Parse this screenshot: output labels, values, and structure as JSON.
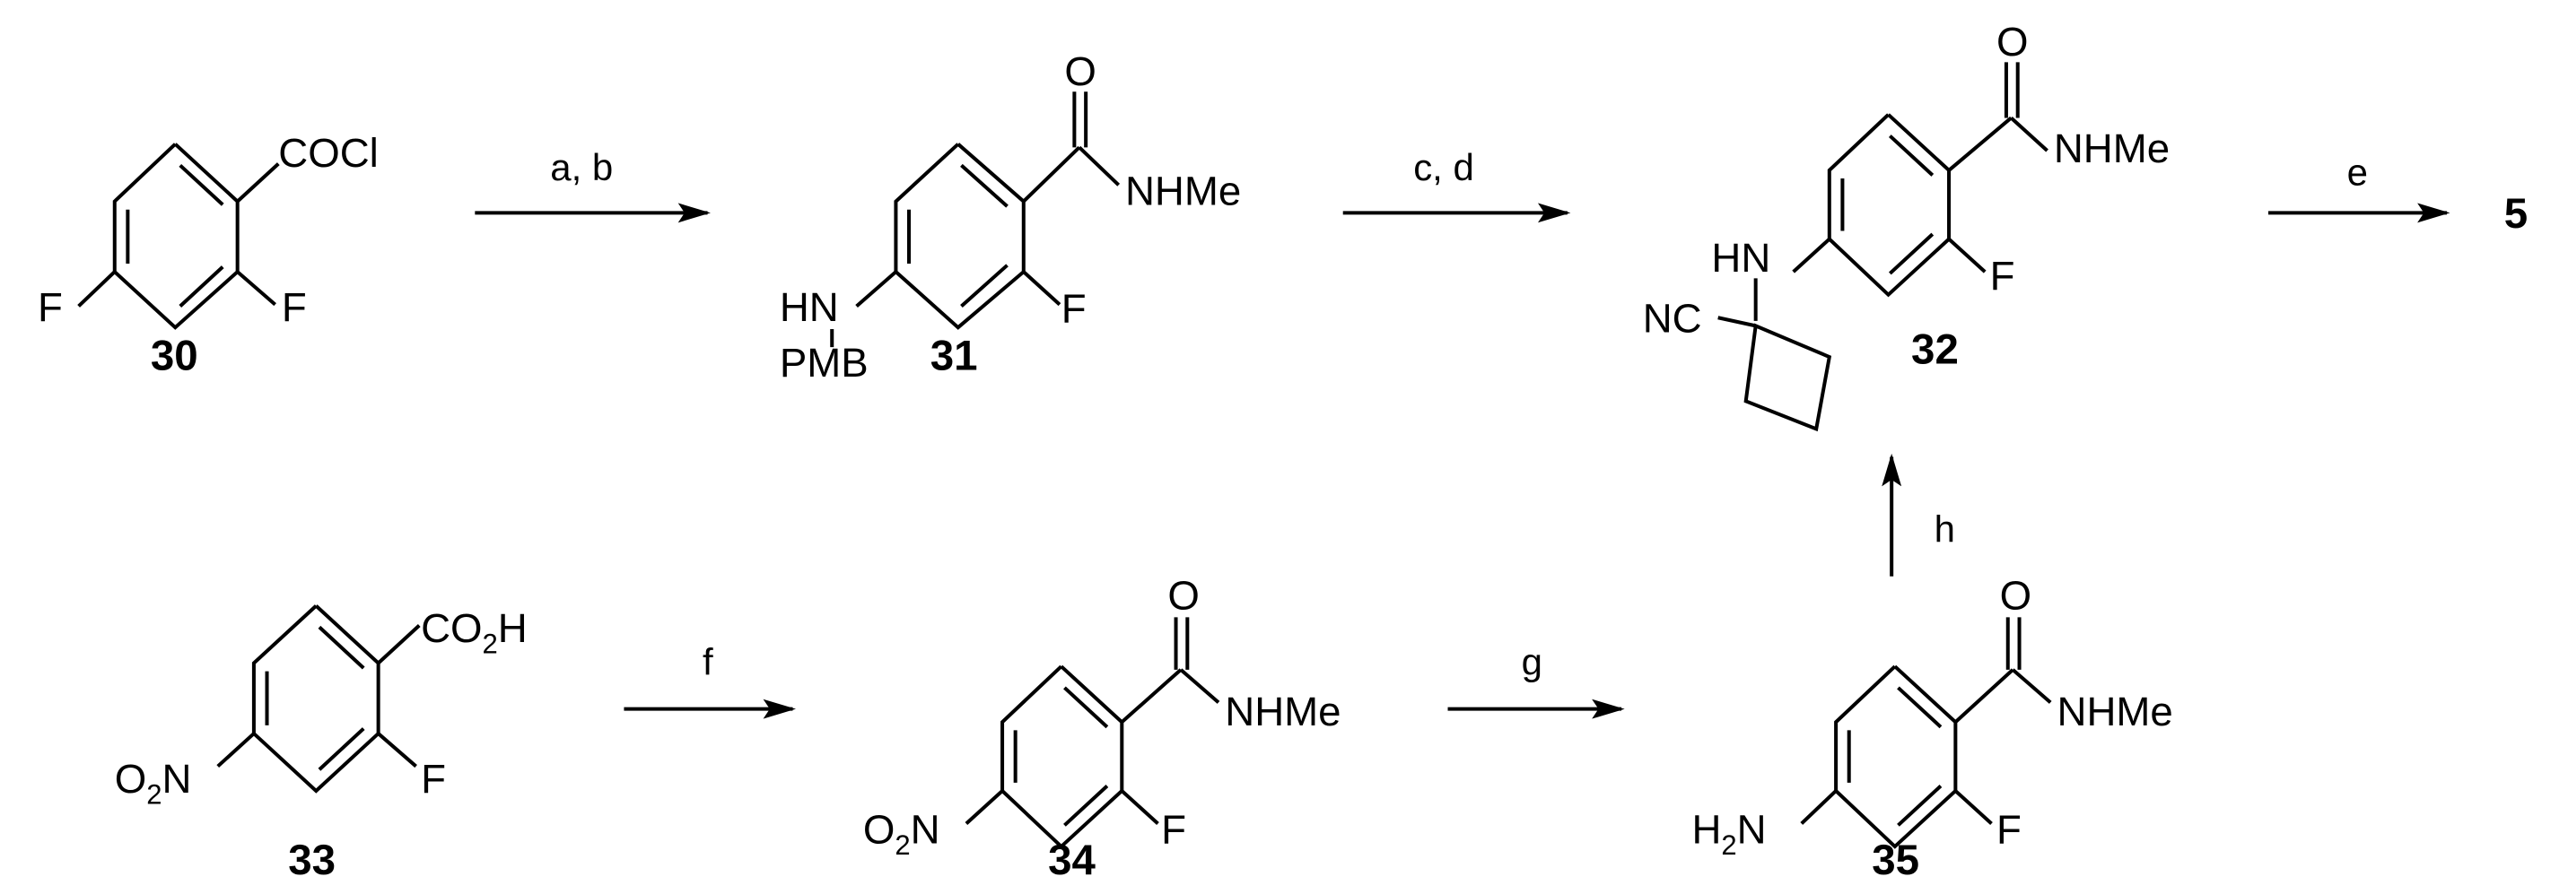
{
  "scheme": {
    "type": "reaction-scheme",
    "background": "#ffffff",
    "line_color": "#000000",
    "compounds": {
      "c30": {
        "id": "30",
        "substituents": {
          "acyl": "COCl",
          "f_ortho": "F",
          "f_para": "F"
        }
      },
      "c31": {
        "id": "31",
        "substituents": {
          "o": "O",
          "amide": "NHMe",
          "hn": "HN",
          "pmb": "PMB",
          "f": "F"
        }
      },
      "c32": {
        "id": "32",
        "substituents": {
          "o": "O",
          "amide": "NHMe",
          "hn": "HN",
          "nc": "NC",
          "f": "F"
        }
      },
      "c33": {
        "id": "33",
        "substituents": {
          "acid_co": "CO",
          "acid_sub": "2",
          "acid_h": "H",
          "nitro_o": "O",
          "nitro_sub": "2",
          "nitro_n": "N",
          "f": "F"
        }
      },
      "c34": {
        "id": "34",
        "substituents": {
          "o": "O",
          "amide": "NHMe",
          "nitro_o": "O",
          "nitro_sub": "2",
          "nitro_n": "N",
          "f": "F"
        }
      },
      "c35": {
        "id": "35",
        "substituents": {
          "o": "O",
          "amide": "NHMe",
          "amine_h": "H",
          "amine_sub": "2",
          "amine_n": "N",
          "f": "F"
        }
      },
      "product": {
        "id": "5"
      }
    },
    "arrows": [
      {
        "from": "30",
        "to": "31",
        "conditions": "a, b",
        "direction": "right"
      },
      {
        "from": "31",
        "to": "32",
        "conditions": "c, d",
        "direction": "right"
      },
      {
        "from": "32",
        "to": "5",
        "conditions": "e",
        "direction": "right"
      },
      {
        "from": "33",
        "to": "34",
        "conditions": "f",
        "direction": "right"
      },
      {
        "from": "34",
        "to": "35",
        "conditions": "g",
        "direction": "right"
      },
      {
        "from": "35",
        "to": "32",
        "conditions": "h",
        "direction": "up"
      }
    ]
  }
}
